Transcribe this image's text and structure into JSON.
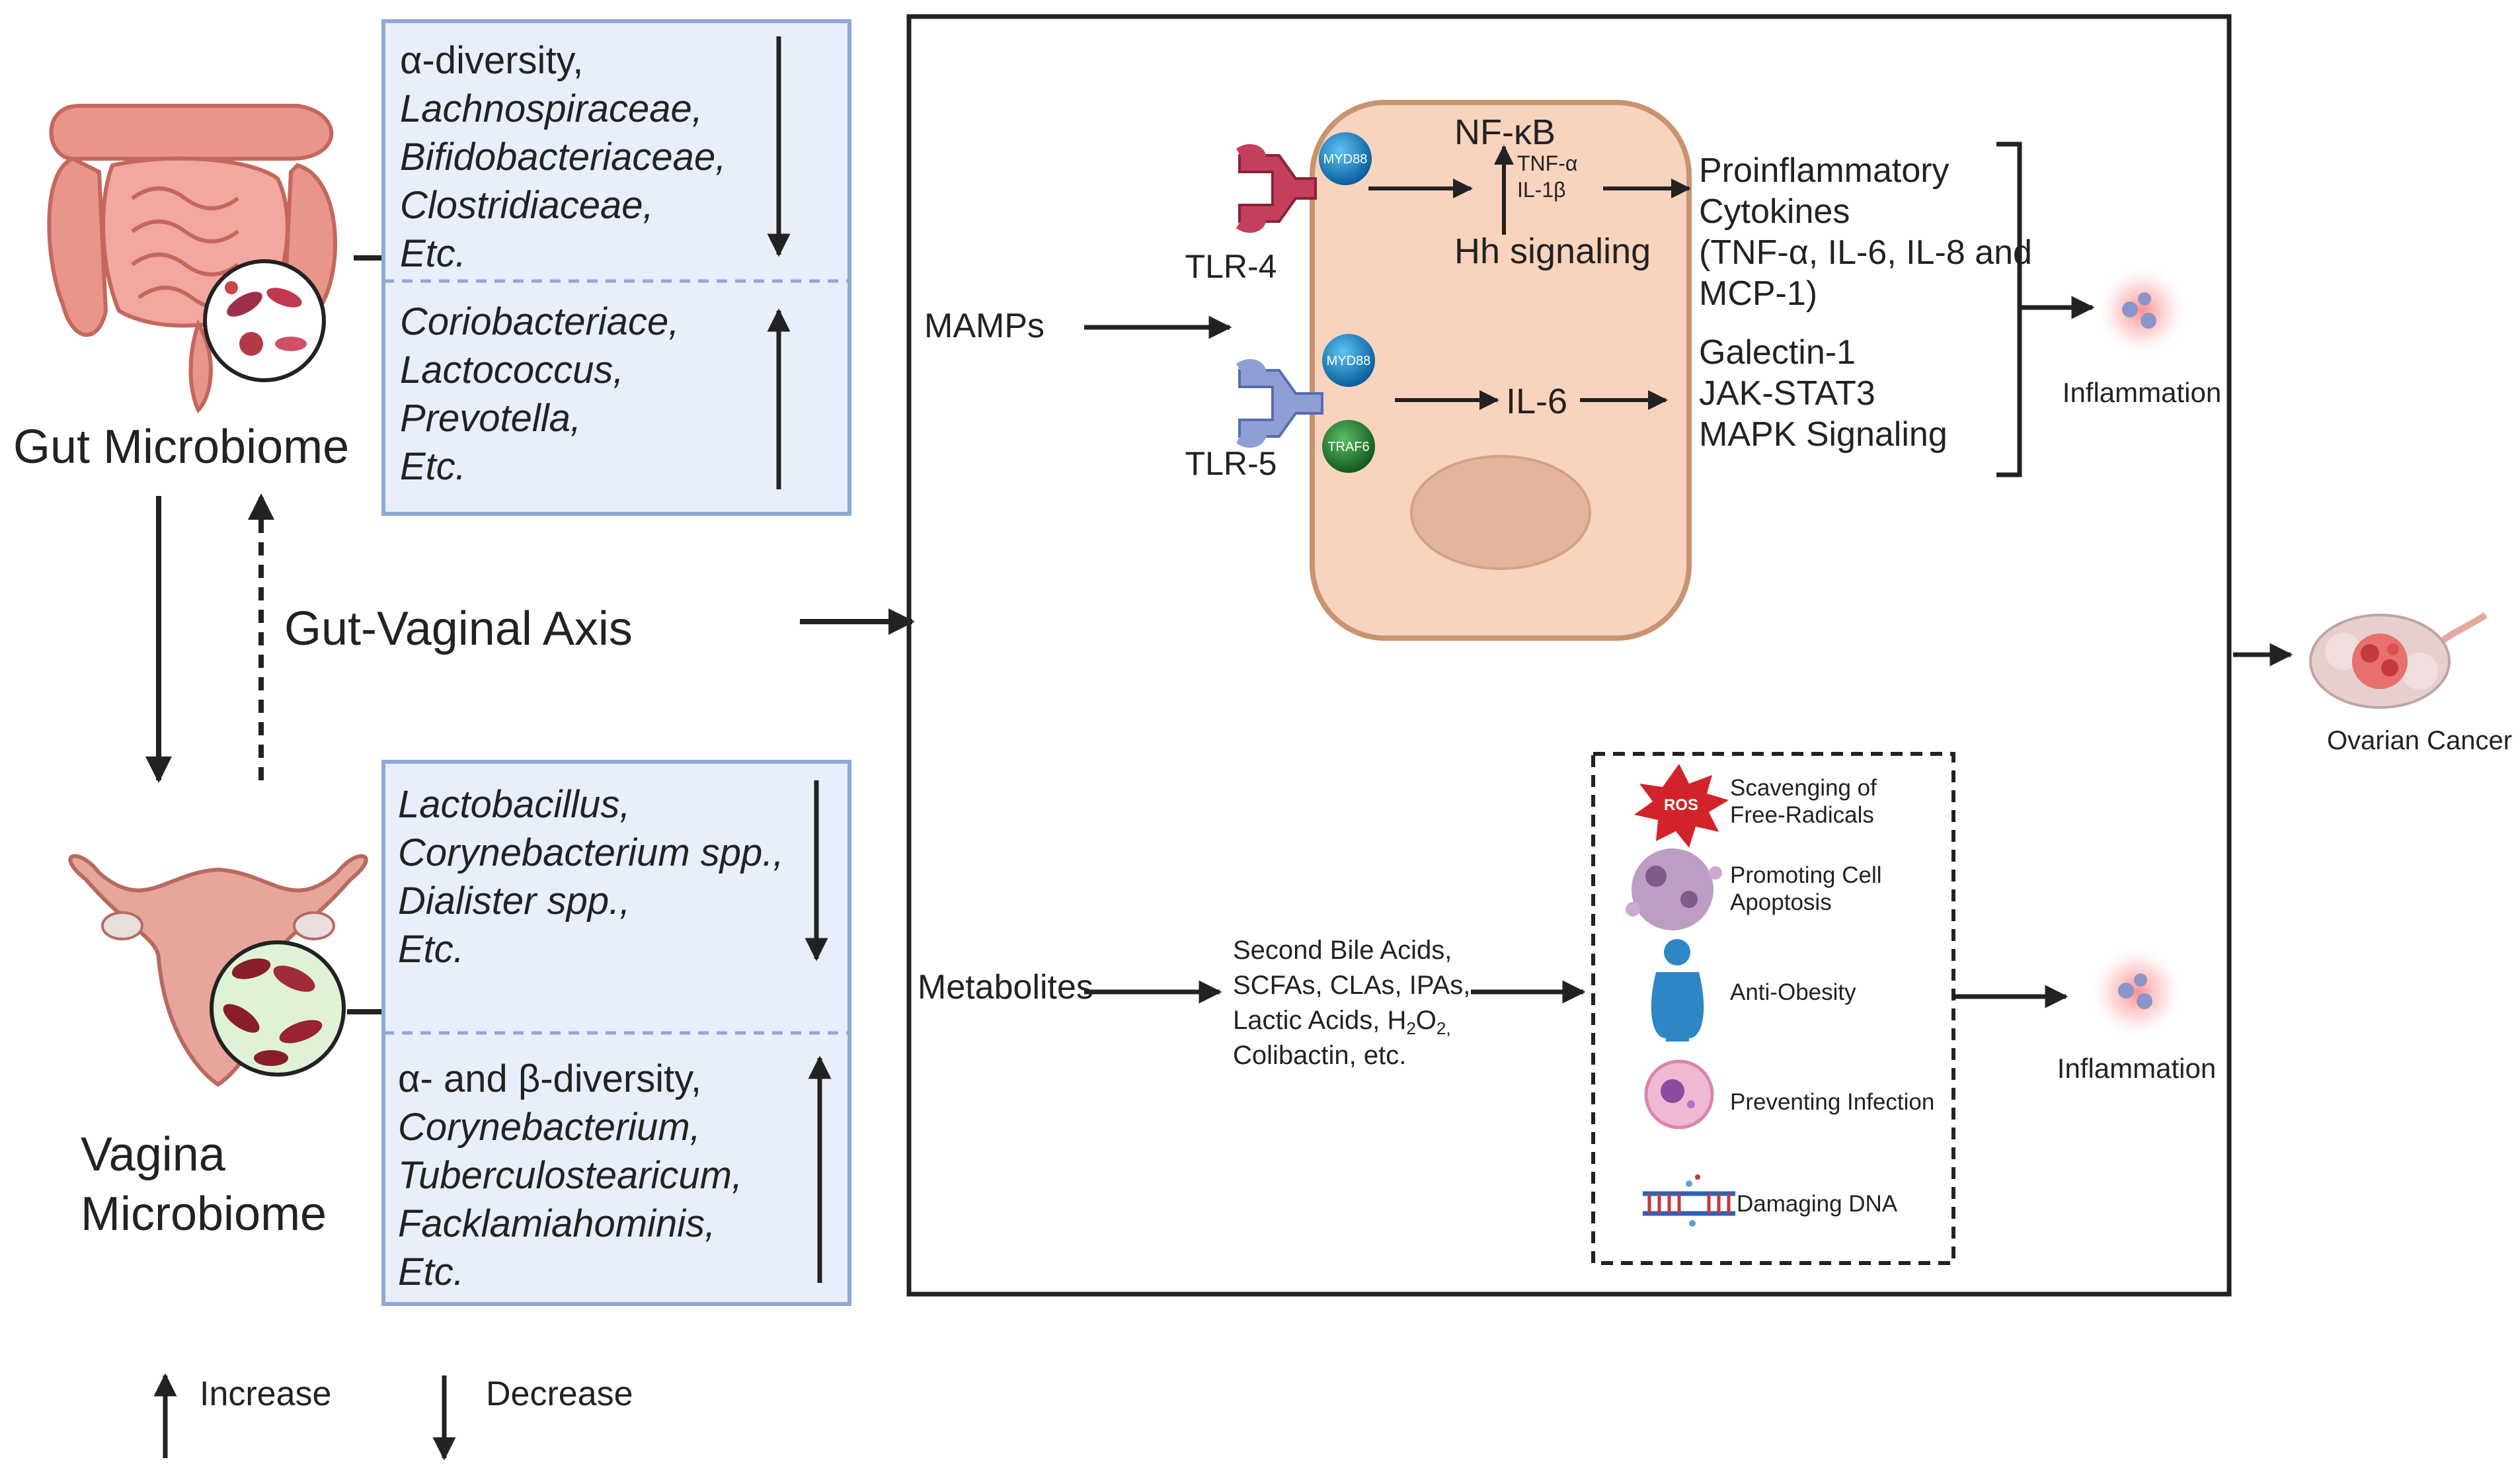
{
  "left": {
    "gut_label": "Gut Microbiome",
    "vagina_label_1": "Vagina",
    "vagina_label_2": "Microbiome",
    "axis_label": "Gut-Vaginal Axis"
  },
  "gut_box": {
    "decrease_items": [
      "α-diversity,",
      "Lachnospiraceae,",
      "Bifidobacteriaceae,",
      "Clostridiaceae,",
      "Etc."
    ],
    "increase_items": [
      "Coriobacteriace,",
      "Lactococcus,",
      "Prevotella,",
      "Etc."
    ]
  },
  "vagina_box": {
    "decrease_items": [
      "Lactobacillus,",
      "Corynebacterium spp.,",
      "Dialister spp.,",
      "Etc."
    ],
    "increase_items": [
      "α- and β-diversity,",
      "Corynebacterium,",
      "Tuberculostearicum,",
      "Facklamiahominis,",
      "Etc."
    ]
  },
  "legend": {
    "increase": "Increase",
    "decrease": "Decrease"
  },
  "pathway": {
    "mamps": "MAMPs",
    "tlr4": "TLR-4",
    "tlr5": "TLR-5",
    "myd88": "MYD88",
    "traf6": "TRAF6",
    "nfkb": "NF-κB",
    "tnfa_small": "TNF-α",
    "il1b_small": "IL-1β",
    "hh": "Hh signaling",
    "il6": "IL-6",
    "proinflam": [
      "Proinflammatory",
      "Cytokines",
      "(TNF-α, IL-6, IL-8 and",
      "MCP-1)"
    ],
    "galectin": [
      "Galectin-1",
      "JAK-STAT3",
      "MAPK Signaling"
    ],
    "inflammation": "Inflammation"
  },
  "metabolites": {
    "label": "Metabolites",
    "list_1": "Second Bile Acids,",
    "list_2": "SCFAs, CLAs, IPAs,",
    "list_3": "Lactic Acids, H",
    "list_3_sub1": "2",
    "list_3_o": "O",
    "list_3_sub2": "2,",
    "list_4": "Colibactin, etc.",
    "effects": [
      "Scavenging of",
      "Free-Radicals",
      "Promoting Cell",
      "Apoptosis",
      "Anti-Obesity",
      "Preventing Infection",
      "Damaging DNA"
    ],
    "ros": "ROS",
    "inflammation": "Inflammation"
  },
  "outcome": {
    "label": "Ovarian Cancer"
  },
  "colors": {
    "box_fill": "#e8effa",
    "box_border": "#8fa8d6",
    "cell_fill": "#f8d3bd",
    "cell_border": "#c9936f",
    "tlr4": "#c43f5b",
    "tlr5": "#8e9fd6",
    "myd88": "#1a86c9",
    "traf6": "#2d8a3a"
  }
}
